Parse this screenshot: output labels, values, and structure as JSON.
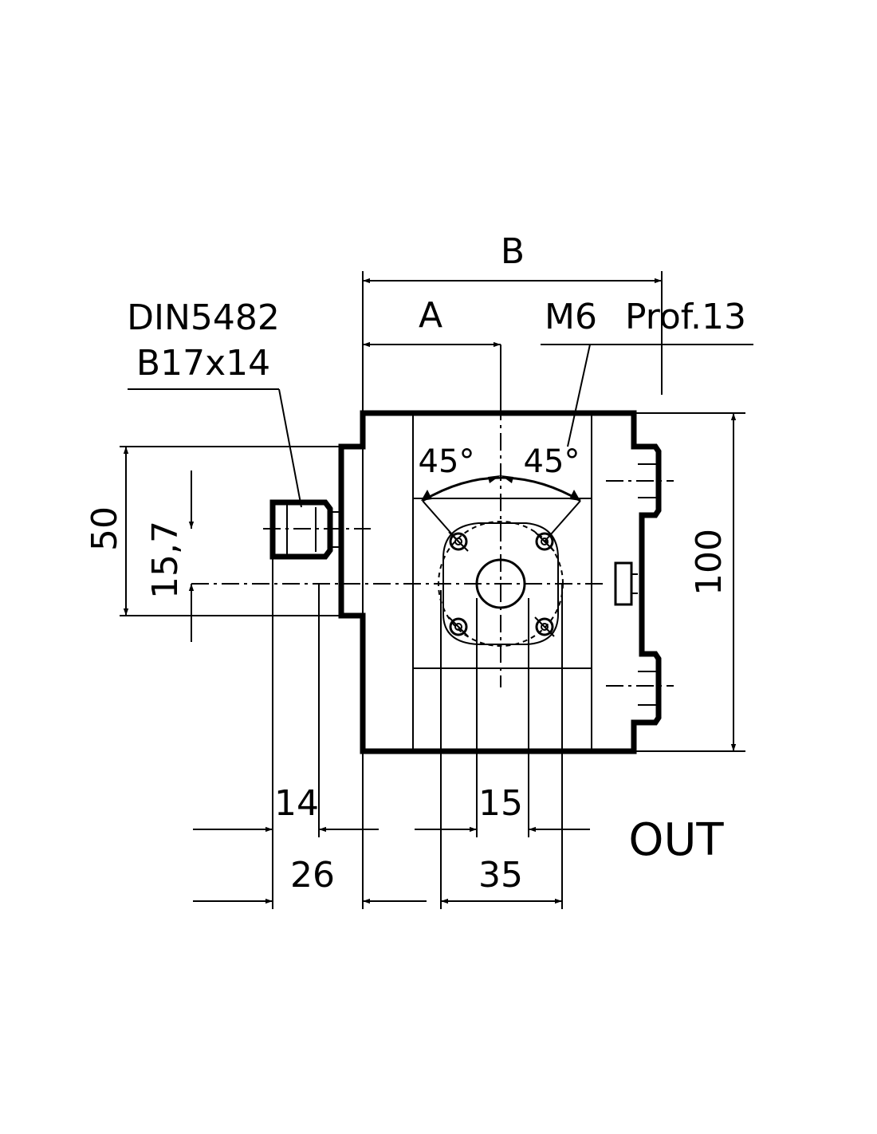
{
  "labels": {
    "b": "B",
    "a": "A",
    "m6": "M6",
    "prof": "Prof.13",
    "din_line1": "DIN5482",
    "din_line2": "B17x14",
    "angle_left": "45°",
    "angle_right": "45°",
    "dim_50": "50",
    "dim_15_7": "15,7",
    "dim_100": "100",
    "dim_14": "14",
    "dim_15": "15",
    "dim_26": "26",
    "dim_35": "35",
    "out": "OUT"
  }
}
